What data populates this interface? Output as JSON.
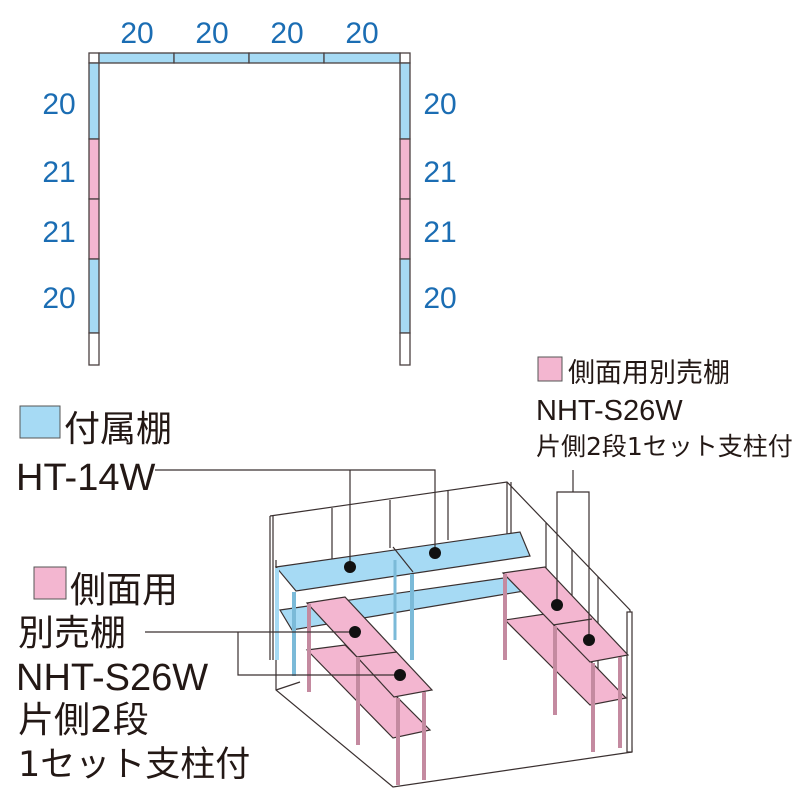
{
  "colors": {
    "attached_shelf": "#a6daf4",
    "optional_shelf": "#f3b6d0",
    "dimension_text": "#1b6db3",
    "line": "#3a3030"
  },
  "plan": {
    "top_dims": [
      "20",
      "20",
      "20",
      "20"
    ],
    "left_dims": [
      "20",
      "21",
      "21",
      "20"
    ],
    "right_dims": [
      "20",
      "21",
      "21",
      "20"
    ]
  },
  "legend_attached": {
    "title": "付属棚",
    "model": "HT-14W"
  },
  "legend_side_right": {
    "title": "側面用別売棚",
    "model": "NHT-S26W",
    "note": "片側2段1セット支柱付"
  },
  "legend_side_left": {
    "line1": "側面用",
    "line2": "別売棚",
    "model": "NHT-S26W",
    "note1": "片側2段",
    "note2": "1セット支柱付"
  }
}
